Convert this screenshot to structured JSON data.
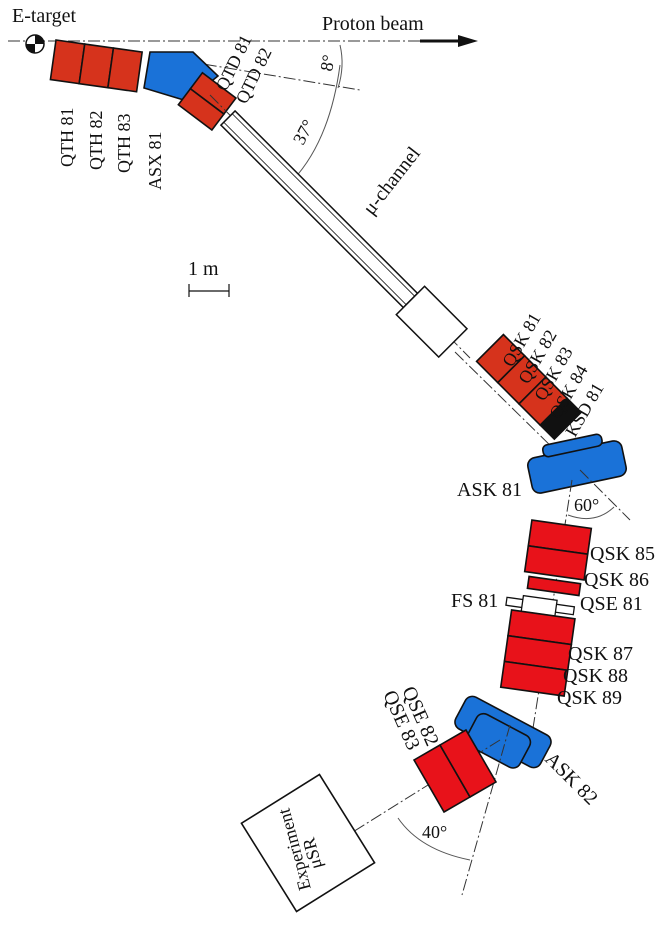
{
  "labels": {
    "e_target": "E-target",
    "proton_beam": "Proton beam",
    "mu_channel": "μ-channel",
    "scale": "1 m",
    "angle_8": "8°",
    "angle_37": "37°",
    "angle_60": "60°",
    "angle_40": "40°",
    "qth81": "QTH 81",
    "qth82": "QTH 82",
    "qth83": "QTH 83",
    "asx81": "ASX 81",
    "qtd81": "QTD 81",
    "qtd82": "QTD 82",
    "qsk81": "QSK 81",
    "qsk82": "QSK 82",
    "qsk83": "QSK 83",
    "qsk84": "QSK 84",
    "ksd81": "KSD 81",
    "ask81": "ASK 81",
    "qsk85": "QSK 85",
    "qsk86": "QSK 86",
    "qse81": "QSE 81",
    "fs81": "FS 81",
    "qsk87": "QSK 87",
    "qsk88": "QSK 88",
    "qsk89": "QSK 89",
    "qse82": "QSE 82",
    "qse83": "QSE 83",
    "ask82": "ASK 82",
    "musr_line1": "μSR",
    "musr_line2": "Experiment"
  },
  "colors": {
    "quad_red": "#d6331c",
    "quad_bright_red": "#e8121a",
    "dipole_blue": "#1a72d8",
    "separator_black": "#111111"
  }
}
